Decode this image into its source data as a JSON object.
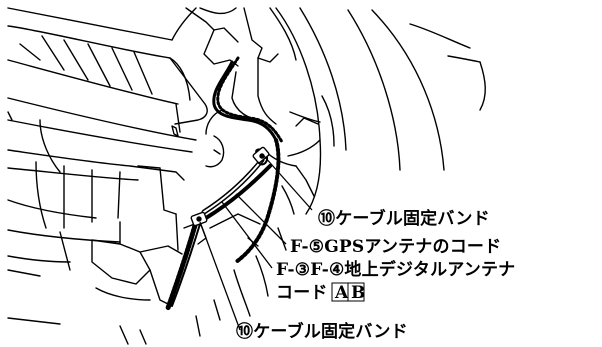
{
  "callouts": {
    "band_upper": "⑩ケーブル固定バンド",
    "gps_cord": "F-⑤GPSアンテナのコード",
    "digital_cord_line1": "F-③F-④地上デジタルアンテナ",
    "digital_cord_line2_text": "コード",
    "digital_cord_box_a": "A",
    "digital_cord_box_b": "B",
    "band_lower": "⑩ケーブル固定バンド"
  }
}
